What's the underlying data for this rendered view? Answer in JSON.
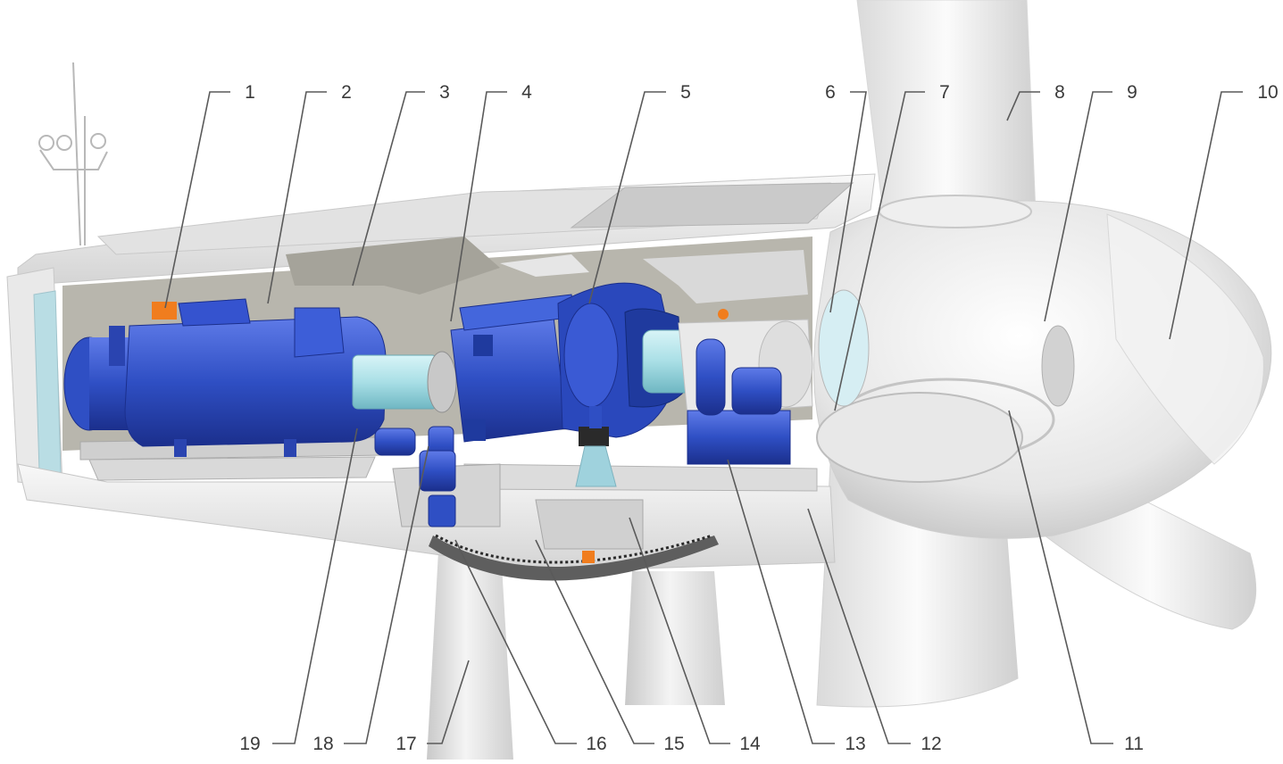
{
  "callouts": [
    {
      "id": "1",
      "label": "1"
    },
    {
      "id": "2",
      "label": "2"
    },
    {
      "id": "3",
      "label": "3"
    },
    {
      "id": "4",
      "label": "4"
    },
    {
      "id": "5",
      "label": "5"
    },
    {
      "id": "6",
      "label": "6"
    },
    {
      "id": "7",
      "label": "7"
    },
    {
      "id": "8",
      "label": "8"
    },
    {
      "id": "9",
      "label": "9"
    },
    {
      "id": "10",
      "label": "10"
    },
    {
      "id": "11",
      "label": "11"
    },
    {
      "id": "12",
      "label": "12"
    },
    {
      "id": "13",
      "label": "13"
    },
    {
      "id": "14",
      "label": "14"
    },
    {
      "id": "15",
      "label": "15"
    },
    {
      "id": "16",
      "label": "16"
    },
    {
      "id": "17",
      "label": "17"
    },
    {
      "id": "18",
      "label": "18"
    },
    {
      "id": "19",
      "label": "19"
    }
  ],
  "colors": {
    "machinery_blue": "#2f4fc4",
    "machinery_dark": "#1b2f8c",
    "shaft_cyan": "#a9dfe6",
    "housing_white": "#ececec",
    "housing_shadow": "#c9c9c9",
    "interior_gray": "#b8b6ad",
    "accent_orange": "#f07d1e",
    "leader_gray": "#5a5a5a"
  }
}
